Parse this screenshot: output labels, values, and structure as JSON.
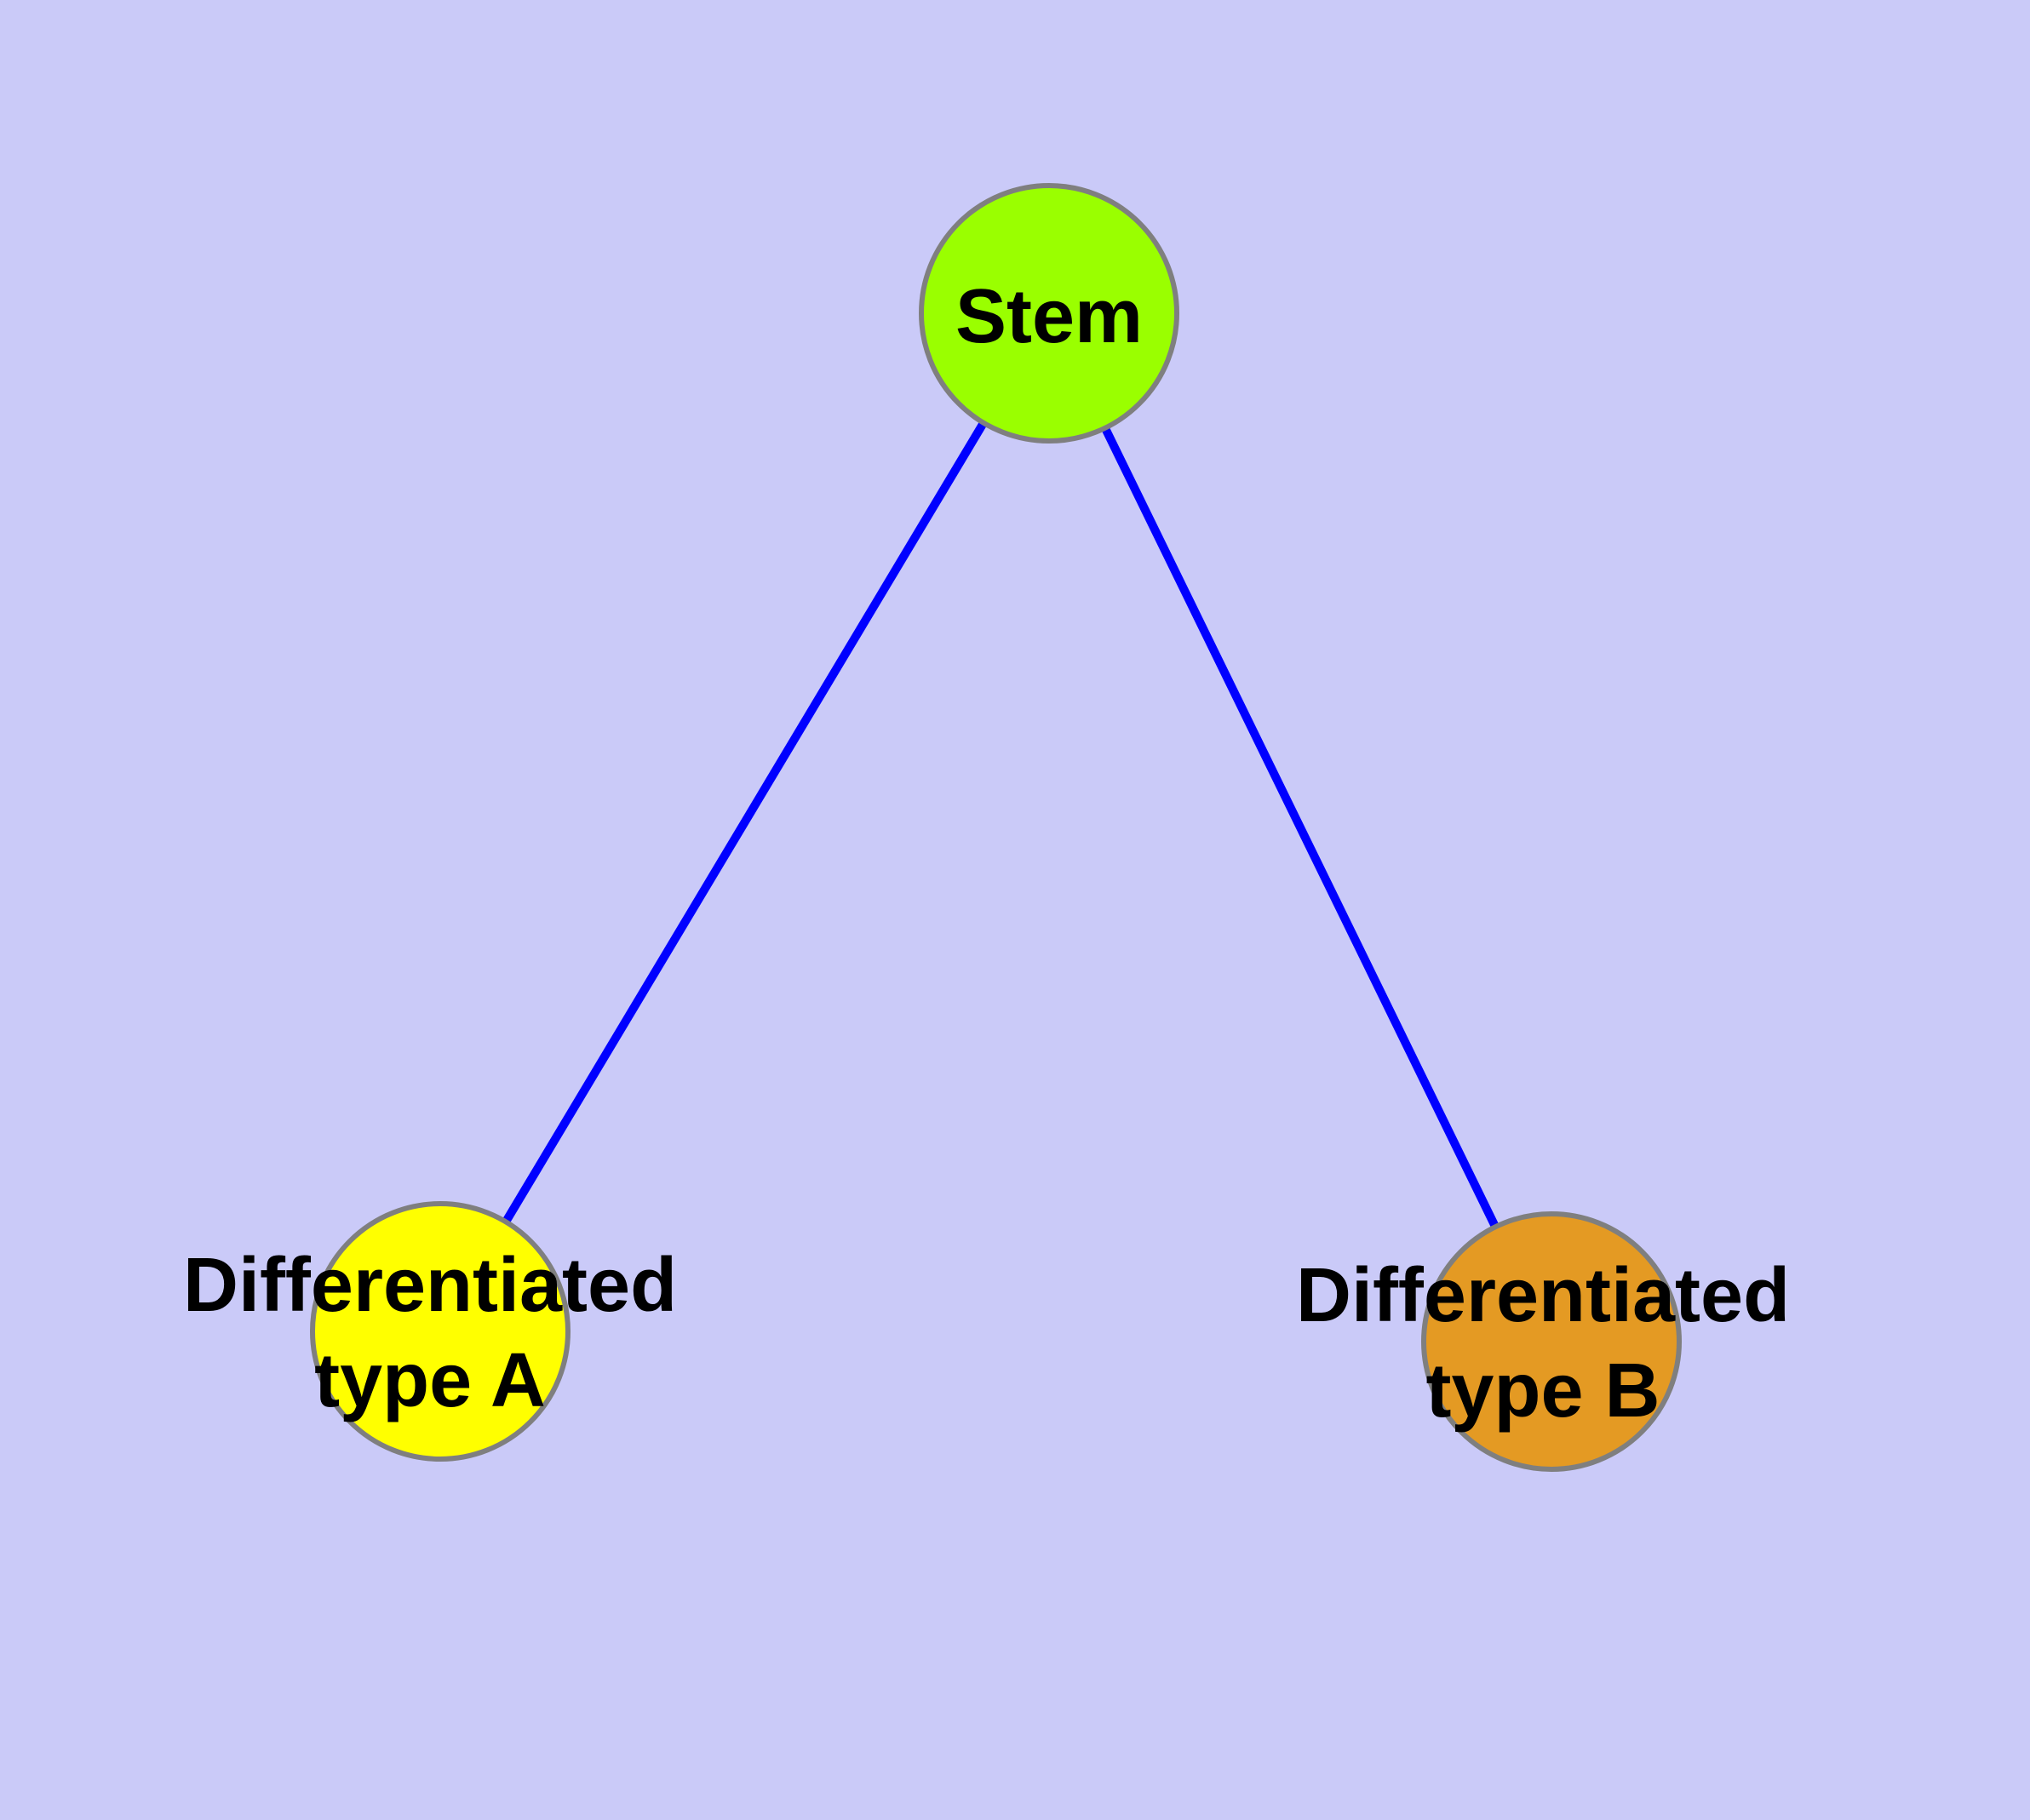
{
  "diagram": {
    "description": "Cell differentiation graph: a stem node connected to two differentiated cell type nodes",
    "background_color": "#cacaf8",
    "node_border_color": "#7f7f7f",
    "edge_color": "#0000ff",
    "text_color": "#000000",
    "nodes": {
      "stem": {
        "label": "Stem",
        "fill": "#9aff00"
      },
      "a": {
        "label": "Differentiated\ntype A",
        "fill": "#ffff00"
      },
      "b": {
        "label": "Differentiated\ntype B",
        "fill": "#e49a23"
      }
    },
    "edges": [
      {
        "from": "Stem",
        "to": "Differentiated type A",
        "color": "#0000ff"
      },
      {
        "from": "Stem",
        "to": "Differentiated type B",
        "color": "#0000ff"
      }
    ]
  }
}
